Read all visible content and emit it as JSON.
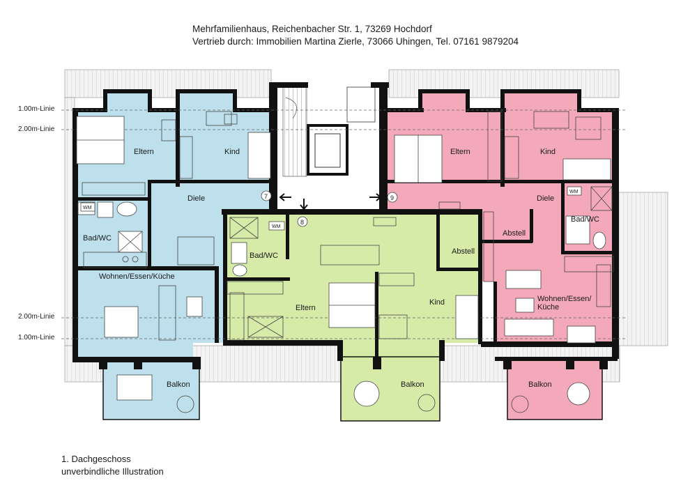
{
  "header": {
    "line1": "Mehrfamilienhaus, Reichenbacher Str. 1, 73269 Hochdorf",
    "line2": "Vertrieb durch: Immobilien Martina Zierle, 73066 Uhingen, Tel. 07161 9879204"
  },
  "footer": {
    "line1": "1. Dachgeschoss",
    "line2": "unverbindliche Illustration"
  },
  "height_lines": {
    "top_1m": "1.00m-Linie",
    "top_2m": "2.00m-Linie",
    "bottom_2m": "2.00m-Linie",
    "bottom_1m": "1.00m-Linie"
  },
  "colors": {
    "blue_unit": "#bde0ec",
    "green_unit": "#d6eba8",
    "pink_unit": "#f4a9ba",
    "walls": "#111111",
    "roof_hatch": "#e6e6e6"
  },
  "units": {
    "blue": {
      "eltern": "Eltern",
      "kind": "Kind",
      "diele": "Diele",
      "bad": "Bad/WC",
      "wm": "WM",
      "wohnen": "Wohnen/Essen/Küche",
      "balkon": "Balkon",
      "number": "7"
    },
    "green": {
      "bad": "Bad/WC",
      "wm": "WM",
      "abstell": "Abstell",
      "eltern": "Eltern",
      "kind": "Kind",
      "balkon": "Balkon",
      "number": "8"
    },
    "pink": {
      "eltern": "Eltern",
      "kind": "Kind",
      "diele": "Diele",
      "abstell": "Abstell",
      "bad": "Bad/WC",
      "wm": "WM",
      "wohnen_line1": "Wohnen/Essen/",
      "wohnen_line2": "Küche",
      "balkon": "Balkon",
      "number": "9"
    }
  }
}
